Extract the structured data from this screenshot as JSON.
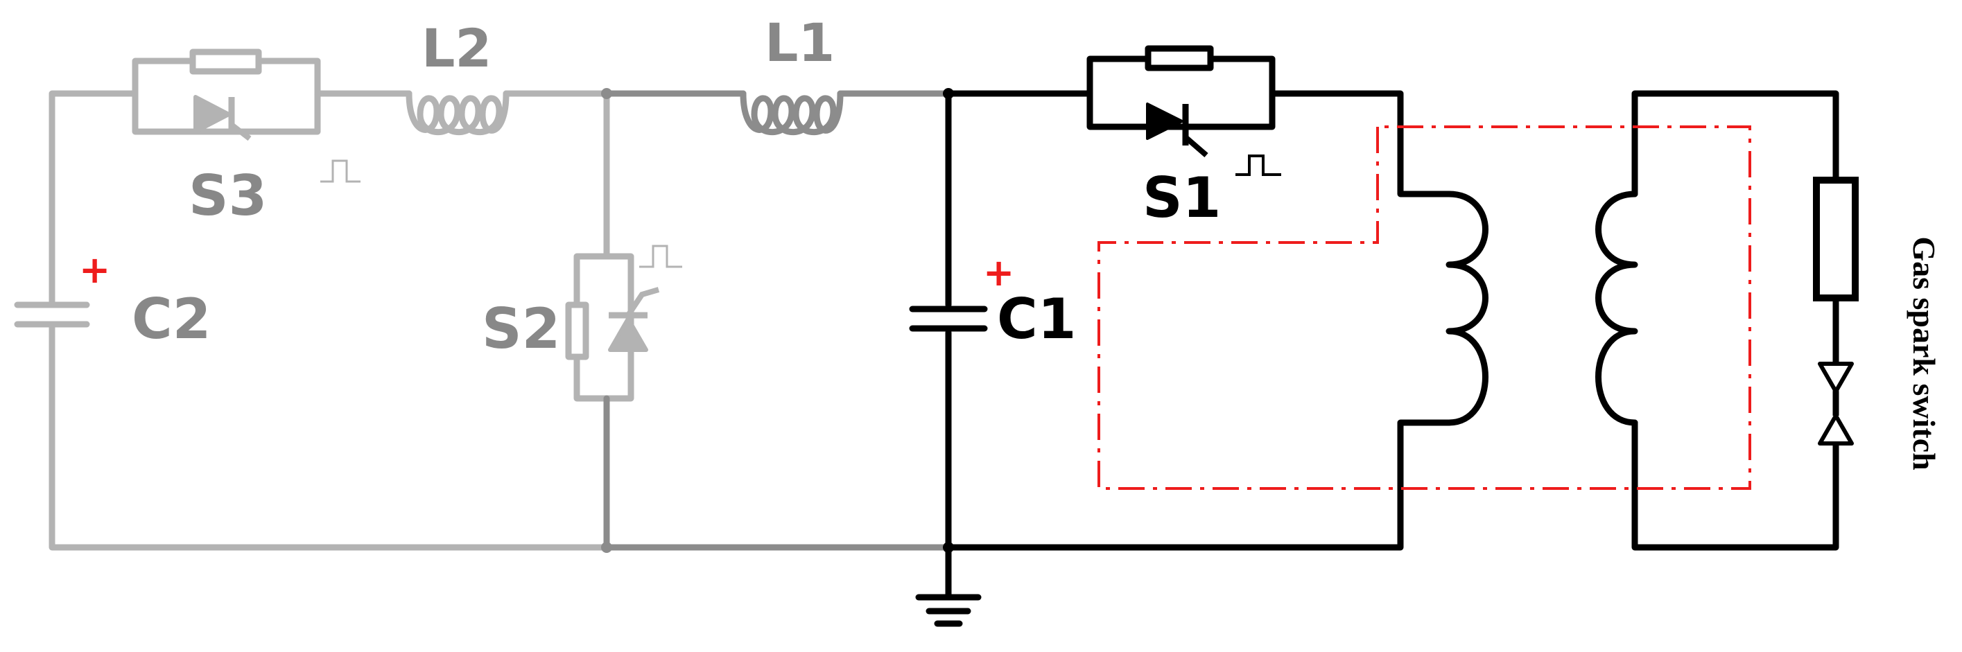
{
  "labels": {
    "L1": "L1",
    "L2": "L2",
    "S1": "S1",
    "S2": "S2",
    "S3": "S3",
    "C1": "C1",
    "C2": "C2",
    "gas_spark_switch": "Gas spark switch",
    "plus": "+"
  },
  "colors": {
    "light_gray": "#b3b3b3",
    "mid_gray": "#8c8c8c",
    "black": "#000000",
    "red": "#ee1c1c",
    "label_gray": "#888888",
    "wire_gray": "#a6a6a6"
  }
}
